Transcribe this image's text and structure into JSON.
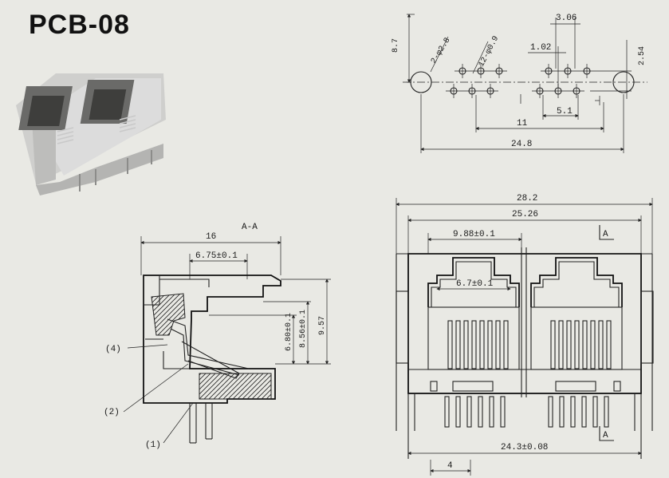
{
  "title": "PCB-08",
  "pcb_layout": {
    "dims": {
      "d_8_7": "8.7",
      "d_3_06": "3.06",
      "d_1_02": "1.02",
      "d_2_54": "2.54",
      "d_5_1": "5.1",
      "d_11": "11",
      "d_24_8": "24.8",
      "hole_large": "2-φ2.8",
      "hole_small": "12-φ0.9"
    }
  },
  "section_view": {
    "label": "A-A",
    "dims": {
      "d_16": "16",
      "d_6_75": "6.75±0.1",
      "d_9_57": "9.57",
      "d_8_56": "8.56±0.1",
      "d_6_8": "6.80±0.1"
    },
    "callouts": {
      "c4": "(4)",
      "c2": "(2)",
      "c1": "(1)"
    }
  },
  "front_view": {
    "dims": {
      "d_28_2": "28.2",
      "d_25_26": "25.26",
      "d_9_88": "9.88±0.1",
      "d_6_7": "6.7±0.1",
      "d_24_3": "24.3±0.08",
      "d_4": "4"
    },
    "marks": {
      "a_top": "A",
      "a_bottom": "A"
    }
  }
}
